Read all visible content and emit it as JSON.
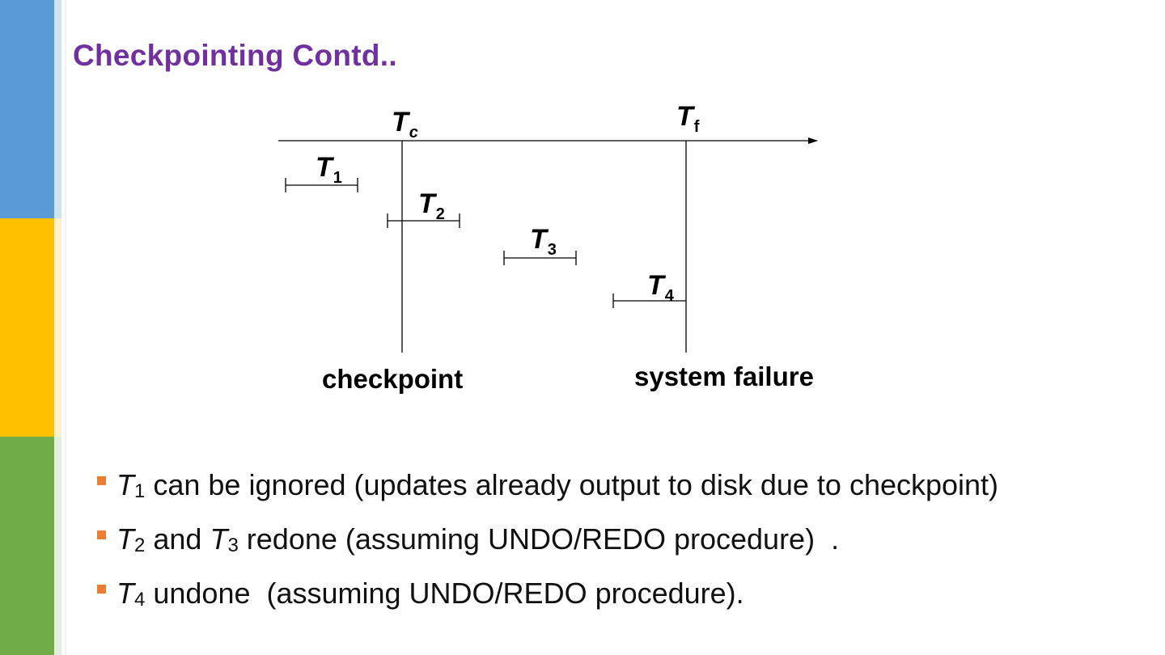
{
  "slide": {
    "title": "Checkpointing Contd.."
  },
  "diagram": {
    "tc_label": {
      "base": "T",
      "sub": "c"
    },
    "tf_label": {
      "base": "T",
      "sub": "f"
    },
    "transactions": [
      {
        "base": "T",
        "sub": "1"
      },
      {
        "base": "T",
        "sub": "2"
      },
      {
        "base": "T",
        "sub": "3"
      },
      {
        "base": "T",
        "sub": "4"
      }
    ],
    "checkpoint_label": "checkpoint",
    "failure_label": "system failure"
  },
  "bullets": [
    {
      "t": "T",
      "sub": "1",
      "text": " can be ignored (updates already output to disk due to checkpoint)"
    },
    {
      "t": "T",
      "sub": "2",
      "text_before": " and ",
      "t2": "T",
      "sub2": "3",
      "text": " redone (assuming UNDO/REDO procedure)  ."
    },
    {
      "t": "T",
      "sub": "4",
      "text": " undone  (assuming UNDO/REDO procedure)."
    }
  ],
  "colors": {
    "title": "#7030a0",
    "bullet_marker": "#ed7d31",
    "strip_blue": "#5b9bd5",
    "strip_yellow": "#ffc000",
    "strip_green": "#70ad47"
  }
}
